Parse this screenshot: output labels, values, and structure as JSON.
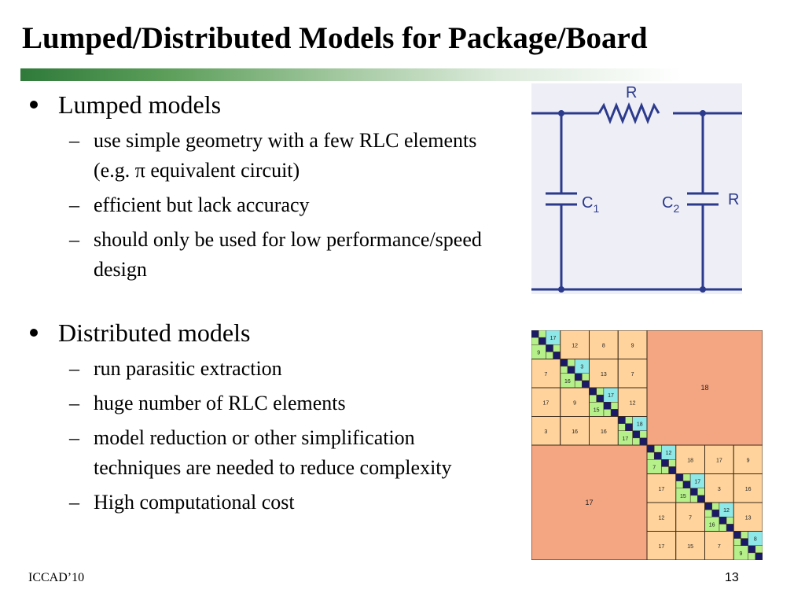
{
  "slide": {
    "title": "Lumped/Distributed Models for Package/Board"
  },
  "bullets": [
    {
      "text": "Lumped models",
      "sub": [
        "use simple geometry with a few RLC elements (e.g. π equivalent circuit)",
        "efficient but lack accuracy",
        "should only be used for low performance/speed design"
      ]
    },
    {
      "text": "Distributed models",
      "sub": [
        "run parasitic extraction",
        "huge number of RLC elements",
        "model reduction or other simplification techniques are needed to reduce complexity",
        "High computational cost"
      ]
    }
  ],
  "circuit": {
    "label_r": "R",
    "label_c1": "C",
    "label_c1_sub": "1",
    "label_c2": "C",
    "label_c2_sub": "2",
    "label_rl": "R",
    "line_color": "#2b3a8c",
    "background": "#eeeef6"
  },
  "matrix": {
    "labels": [
      "17",
      "9",
      "3",
      "16",
      "12",
      "7",
      "17",
      "15",
      "18",
      "17",
      "12",
      "16",
      "8",
      "9",
      "13",
      "7"
    ],
    "colors": {
      "large": "#f4a582",
      "medium": "#ffd39b",
      "small_a": "#b5f08a",
      "small_b": "#8ee8e8",
      "diagonal": "#1a1a66"
    }
  },
  "footer": {
    "left": "ICCAD’10",
    "page": "13"
  }
}
